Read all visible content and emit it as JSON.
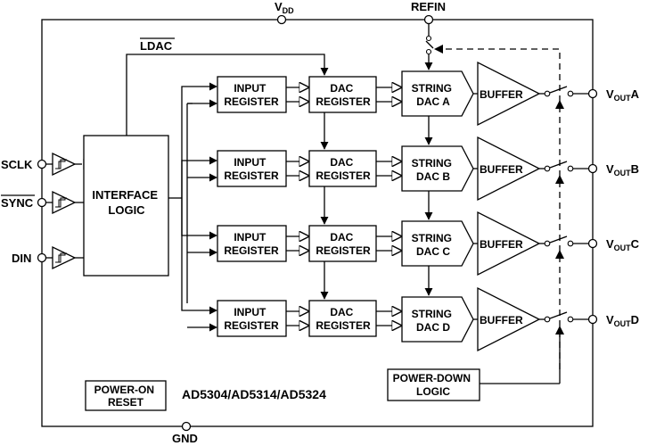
{
  "pins": {
    "vdd": {
      "main": "V",
      "sub": "DD"
    },
    "refin": "REFIN",
    "gnd": "GND",
    "sclk": "SCLK",
    "sync": "SYNC",
    "din": "DIN",
    "ldac": "LDAC"
  },
  "interface_logic": [
    "INTERFACE",
    "LOGIC"
  ],
  "input_register": [
    "INPUT",
    "REGISTER"
  ],
  "dac_register": [
    "DAC",
    "REGISTER"
  ],
  "string_dac_word": "STRING",
  "buffer_label": "BUFFER",
  "channels": [
    {
      "dac_label": "DAC A",
      "out_main": "V",
      "out_sub": "OUT",
      "out_suffix": "A"
    },
    {
      "dac_label": "DAC B",
      "out_main": "V",
      "out_sub": "OUT",
      "out_suffix": "B"
    },
    {
      "dac_label": "DAC C",
      "out_main": "V",
      "out_sub": "OUT",
      "out_suffix": "C"
    },
    {
      "dac_label": "DAC D",
      "out_main": "V",
      "out_sub": "OUT",
      "out_suffix": "D"
    }
  ],
  "power_on_reset": [
    "POWER-ON",
    "RESET"
  ],
  "power_down_logic": [
    "POWER-DOWN",
    "LOGIC"
  ],
  "part_number": "AD5304/AD5314/AD5324"
}
